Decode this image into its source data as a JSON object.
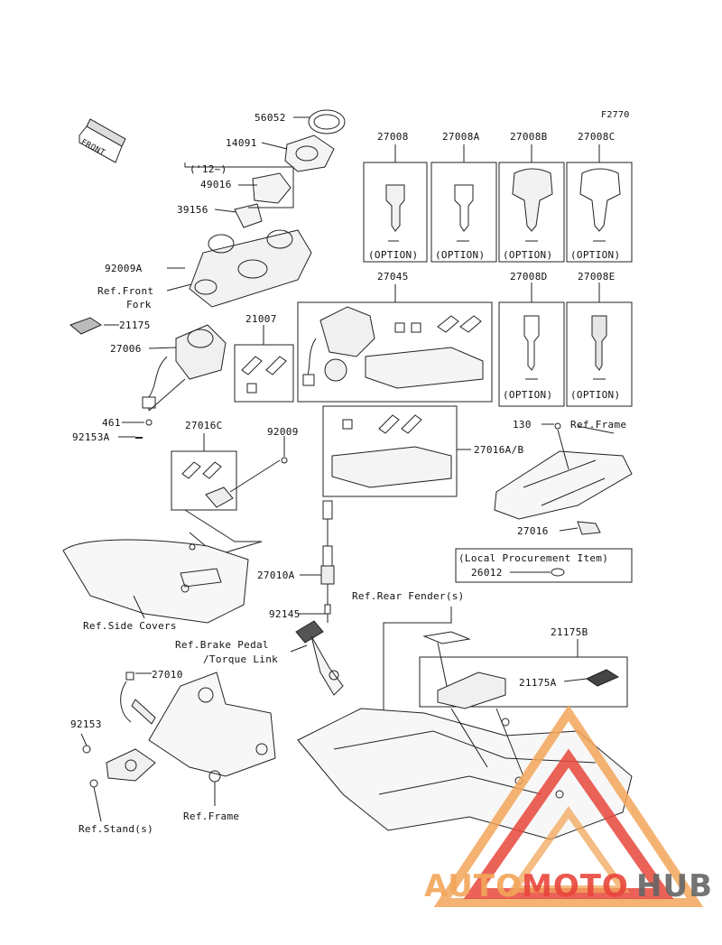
{
  "diagram_code": "F2770",
  "front_label": "FRONT",
  "labels": {
    "p56052": "56052",
    "p14091": "14091",
    "p12": "('12~)",
    "p49016": "49016",
    "p39156": "39156",
    "p92009a": "92009A",
    "ref_front_fork_1": "Ref.Front",
    "ref_front_fork_2": "Fork",
    "p21175": "21175",
    "p27006": "27006",
    "p461": "461",
    "p92153a": "92153A",
    "p27008": "27008",
    "p27008a": "27008A",
    "p27008b": "27008B",
    "p27008c": "27008C",
    "p27045": "27045",
    "p27008d": "27008D",
    "p27008e": "27008E",
    "p21007": "21007",
    "p27016c": "27016C",
    "p92009": "92009",
    "p130": "130",
    "ref_frame_top": "Ref.Frame",
    "p27016ab": "27016A/B",
    "p27016": "27016",
    "local_proc": "(Local Procurement Item)",
    "p26012": "26012",
    "p27010a": "27010A",
    "ref_side_covers": "Ref.Side Covers",
    "ref_rear_fender": "Ref.Rear Fender(s)",
    "p92145": "92145",
    "ref_brake_1": "Ref.Brake Pedal",
    "ref_brake_2": "/Torque Link",
    "p21175b": "21175B",
    "p27010": "27010",
    "p21175a": "21175A",
    "p92153": "92153",
    "ref_frame_bottom": "Ref.Frame",
    "ref_stands": "Ref.Stand(s)"
  },
  "option_label": "(OPTION)",
  "watermark": {
    "part1": "AUTO",
    "part2": "MOTO",
    "part3": "HUB"
  },
  "colors": {
    "line": "#222222",
    "watermark_orange": "#f2a65a",
    "watermark_red": "#e8463c",
    "watermark_gray": "#666666"
  }
}
